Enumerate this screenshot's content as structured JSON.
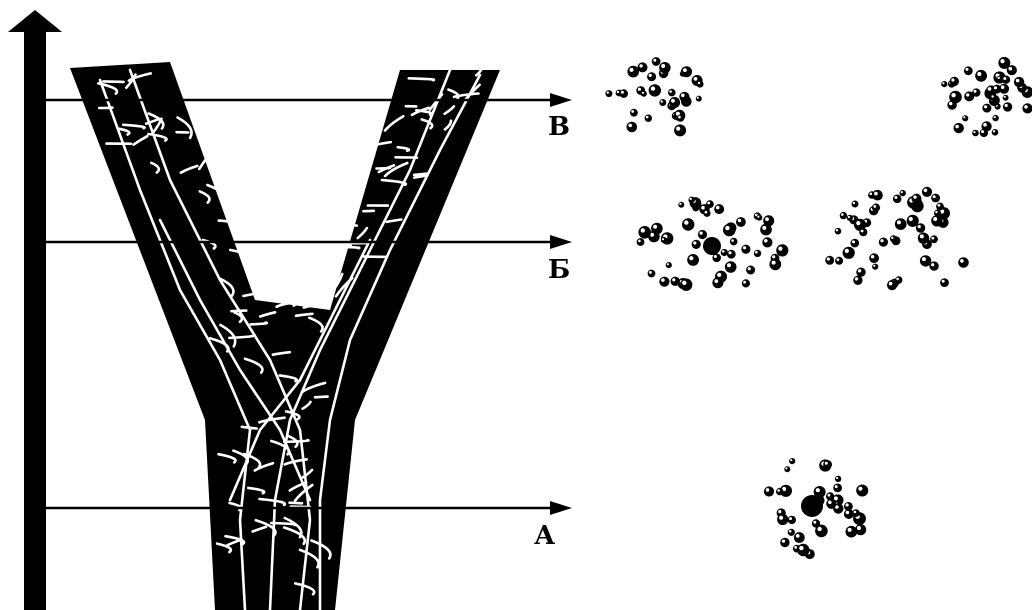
{
  "diagram": {
    "levels": [
      {
        "id": "v",
        "label": "В"
      },
      {
        "id": "b",
        "label": "Б"
      },
      {
        "id": "a",
        "label": "А"
      }
    ],
    "clusters": [
      {
        "name": "cluster-top-left",
        "level": "В"
      },
      {
        "name": "cluster-top-right",
        "level": "В"
      },
      {
        "name": "cluster-middle-left",
        "level": "Б"
      },
      {
        "name": "cluster-middle-right",
        "level": "Б"
      },
      {
        "name": "cluster-bottom",
        "level": "А"
      }
    ],
    "colors": {
      "ink": "#000000",
      "paper": "#ffffff"
    }
  }
}
